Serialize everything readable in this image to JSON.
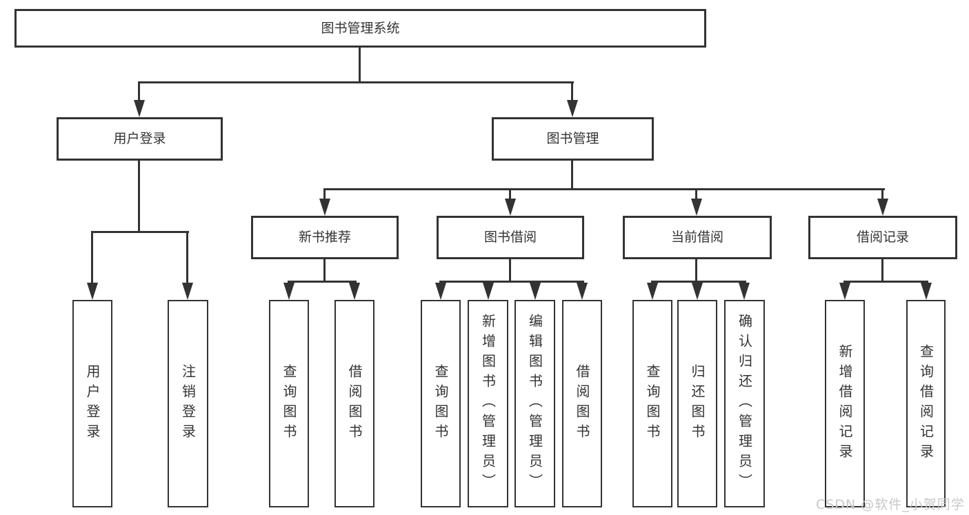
{
  "colors": {
    "line": "#333333",
    "text": "#333333",
    "box_bg": "#ffffff",
    "watermark": "#c8c8c8",
    "background": "#ffffff"
  },
  "diagram": {
    "root": "图书管理系统",
    "level2": {
      "user_login": "用户登录",
      "book_management": "图书管理"
    },
    "user_login_children": [
      "用户登录",
      "注销登录"
    ],
    "level3": [
      "新书推荐",
      "图书借阅",
      "当前借阅",
      "借阅记录"
    ],
    "new_book_children": [
      "查询图书",
      "借阅图书"
    ],
    "book_borrow_children": [
      "查询图书",
      "新增图书（管理员）",
      "编辑图书（管理员）",
      "借阅图书"
    ],
    "current_borrow_children": [
      "查询图书",
      "归还图书",
      "确认归还（管理员）"
    ],
    "records_children": [
      "新增借阅记录",
      "查询借阅记录"
    ]
  },
  "watermark": "CSDN @软件_小贺同学"
}
